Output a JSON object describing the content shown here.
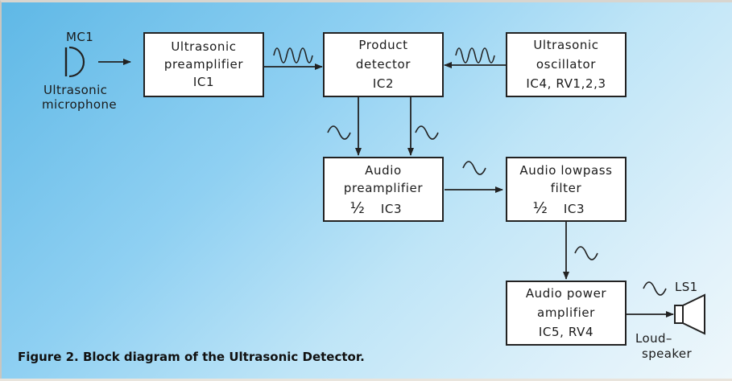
{
  "blocks": {
    "preamp": {
      "line1": "Ultrasonic",
      "line2": "preamplifier",
      "line3": "IC1"
    },
    "detector": {
      "line1": "Product",
      "line2": "detector",
      "line3": "IC2"
    },
    "osc": {
      "line1": "Ultrasonic",
      "line2": "oscillator",
      "line3": "IC4,  RV1,2,3"
    },
    "audiopre": {
      "line1": "Audio",
      "line2": "preamplifier",
      "half": "½",
      "line3": "IC3"
    },
    "lowpass": {
      "line1": "Audio  lowpass",
      "line2": "filter",
      "half": "½",
      "line3": "IC3"
    },
    "power": {
      "line1": "Audio  power",
      "line2": "amplifier",
      "line3": "IC5,  RV4"
    }
  },
  "mic": {
    "ref": "MC1",
    "label_line1": "Ultrasonic",
    "label_line2": "microphone"
  },
  "speaker": {
    "ref": "LS1",
    "label_line1": "Loud–",
    "label_line2": "speaker"
  },
  "caption": "Figure 2. Block diagram of the Ultrasonic Detector."
}
